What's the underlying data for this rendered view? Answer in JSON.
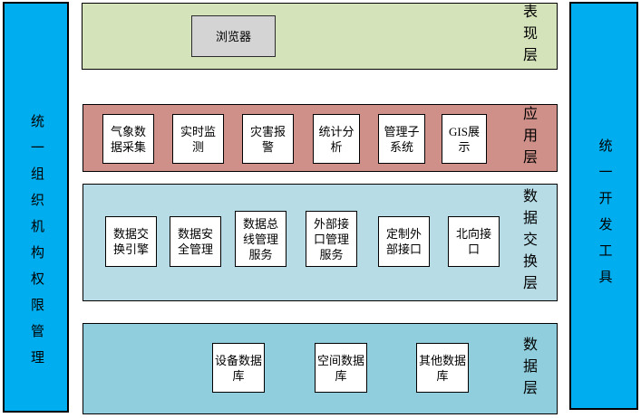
{
  "left_bar": {
    "label": "统一组织机构权限管理"
  },
  "right_bar": {
    "label": "统一开发工具"
  },
  "layers": [
    {
      "label": "表现层",
      "boxes": [
        "浏览器"
      ]
    },
    {
      "label": "应用层",
      "boxes": [
        "气象数据采集",
        "实时监测",
        "灾害报警",
        "统计分析",
        "管理子系统",
        "GIS展示"
      ]
    },
    {
      "label": "数据交换层",
      "boxes": [
        "数据交换引擎",
        "数据安全管理",
        "数据总线管理服务",
        "外部接口管理服务",
        "定制外部接口",
        "北向接口"
      ]
    },
    {
      "label": "数据层",
      "boxes": [
        "设备数据库",
        "空间数据库",
        "其他数据库"
      ]
    }
  ],
  "colors": {
    "pillar": "#00AEEF",
    "presentation_layer": "#D5E3BB",
    "application_layer": "#D0908A",
    "data_exchange_layer": "#B7DCE6",
    "data_layer": "#90CEDD",
    "browser_box": "#D4D4D4",
    "node_box": "#FFFFFF",
    "border": "#000000"
  }
}
